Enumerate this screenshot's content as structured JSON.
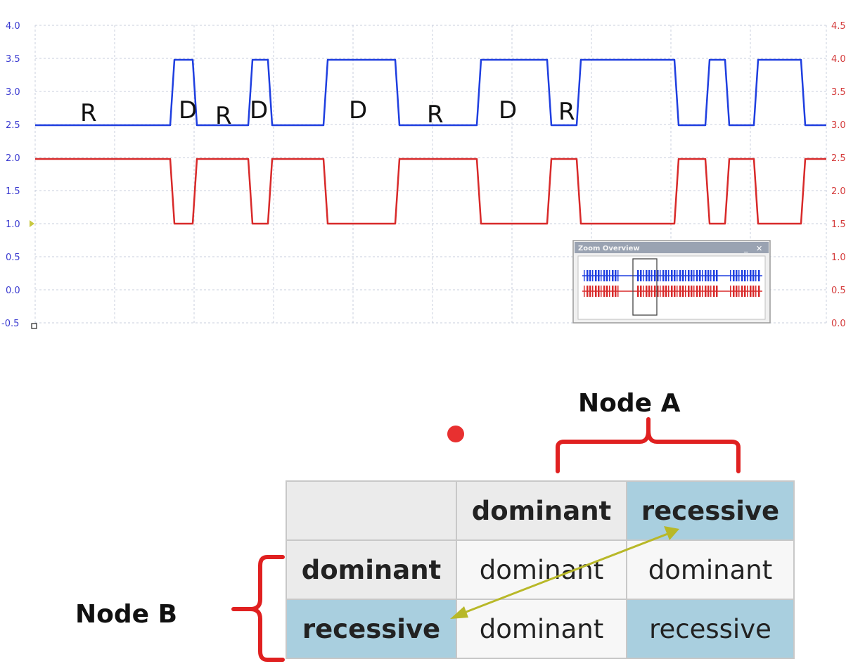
{
  "scope": {
    "left_axis_ticks": [
      "4.0",
      "3.5",
      "3.0",
      "2.5",
      "2.0",
      "1.5",
      "1.0",
      "0.5",
      "0.0",
      "-0.5"
    ],
    "right_axis_ticks": [
      "4.5",
      "4.0",
      "3.5",
      "3.0",
      "2.5",
      "2.0",
      "1.5",
      "1.0",
      "0.5",
      "0.0"
    ],
    "colors": {
      "can_high": "#1f3fe0",
      "can_low": "#d82a2a",
      "grid": "#c9cfdd",
      "left_axis": "#3a3ad0",
      "right_axis": "#d43a3a"
    },
    "bit_labels": [
      "R",
      "D",
      "R",
      "D",
      "D",
      "R",
      "D",
      "R"
    ],
    "zoom_overview": {
      "title": "Zoom Overview",
      "minimize": "_",
      "close": "✕"
    }
  },
  "node_a": "Node A",
  "node_b": "Node B",
  "truth_table": {
    "header": [
      "",
      "dominant",
      "recessive"
    ],
    "rows": [
      [
        "dominant",
        "dominant",
        "dominant"
      ],
      [
        "recessive",
        "dominant",
        "recessive"
      ]
    ]
  },
  "colors": {
    "brace": "#e02020",
    "arrow": "#b8b828",
    "cell_highlight": "#a9cfdf",
    "dot": "#e83030"
  }
}
